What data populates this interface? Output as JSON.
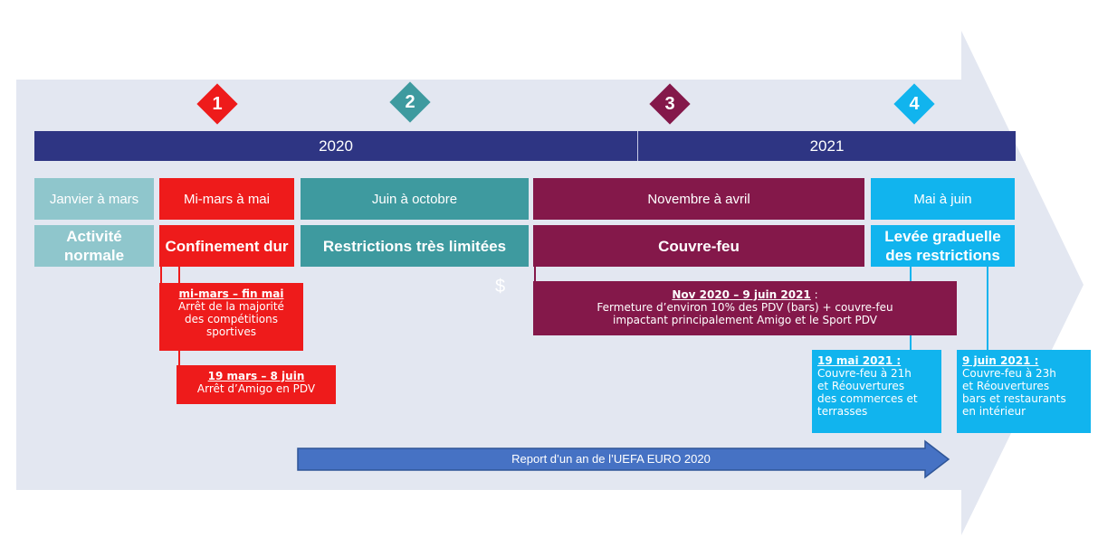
{
  "colors": {
    "arrow_bg": "#e3e7f1",
    "year_bar": "#2e3583",
    "gray_teal": "#8fc6cc",
    "red": "#ee1b1b",
    "teal": "#3e9a9f",
    "plum": "#84184a",
    "sky": "#11b4ee",
    "euro_arrow": "#4672c4"
  },
  "markers": [
    "1",
    "2",
    "3",
    "4"
  ],
  "years": {
    "y2020": "2020",
    "y2021": "2021"
  },
  "phases": [
    {
      "period": "Janvier à mars",
      "title": "Activité normale"
    },
    {
      "period": "Mi-mars à mai",
      "title": "Confinement dur"
    },
    {
      "period": "Juin à octobre",
      "title": "Restrictions très limitées"
    },
    {
      "period": "Novembre à avril",
      "title": "Couvre-feu"
    },
    {
      "period": "Mai à juin",
      "title": "Levée graduelle des restrictions"
    }
  ],
  "callouts": {
    "c1": {
      "head": "mi-mars – fin mai",
      "l1": "Arrêt de la majorité",
      "l2": "des compétitions",
      "l3": "sportives"
    },
    "c2": {
      "head": "19 mars – 8 juin",
      "l1": "Arrêt d’Amigo en PDV"
    },
    "c3": {
      "head": "Nov 2020 – 9 juin 2021",
      "tail": " :",
      "l1": "Fermeture d’environ 10% des PDV (bars) + couvre-feu",
      "l2": "impactant principalement Amigo et le Sport PDV"
    },
    "c4": {
      "head": "19 mai 2021 :",
      "l1": "Couvre-feu à 21h",
      "l2": "et Réouvertures",
      "l3": "des commerces et",
      "l4": "terrasses"
    },
    "c5": {
      "head": "9 juin 2021 :",
      "l1": "Couvre-feu à 23h",
      "l2": "et Réouvertures",
      "l3": "bars et restaurants",
      "l4": "en intérieur"
    }
  },
  "stray_symbol": "$",
  "euro": {
    "label": "Report d’un an de l’UEFA EURO 2020"
  }
}
